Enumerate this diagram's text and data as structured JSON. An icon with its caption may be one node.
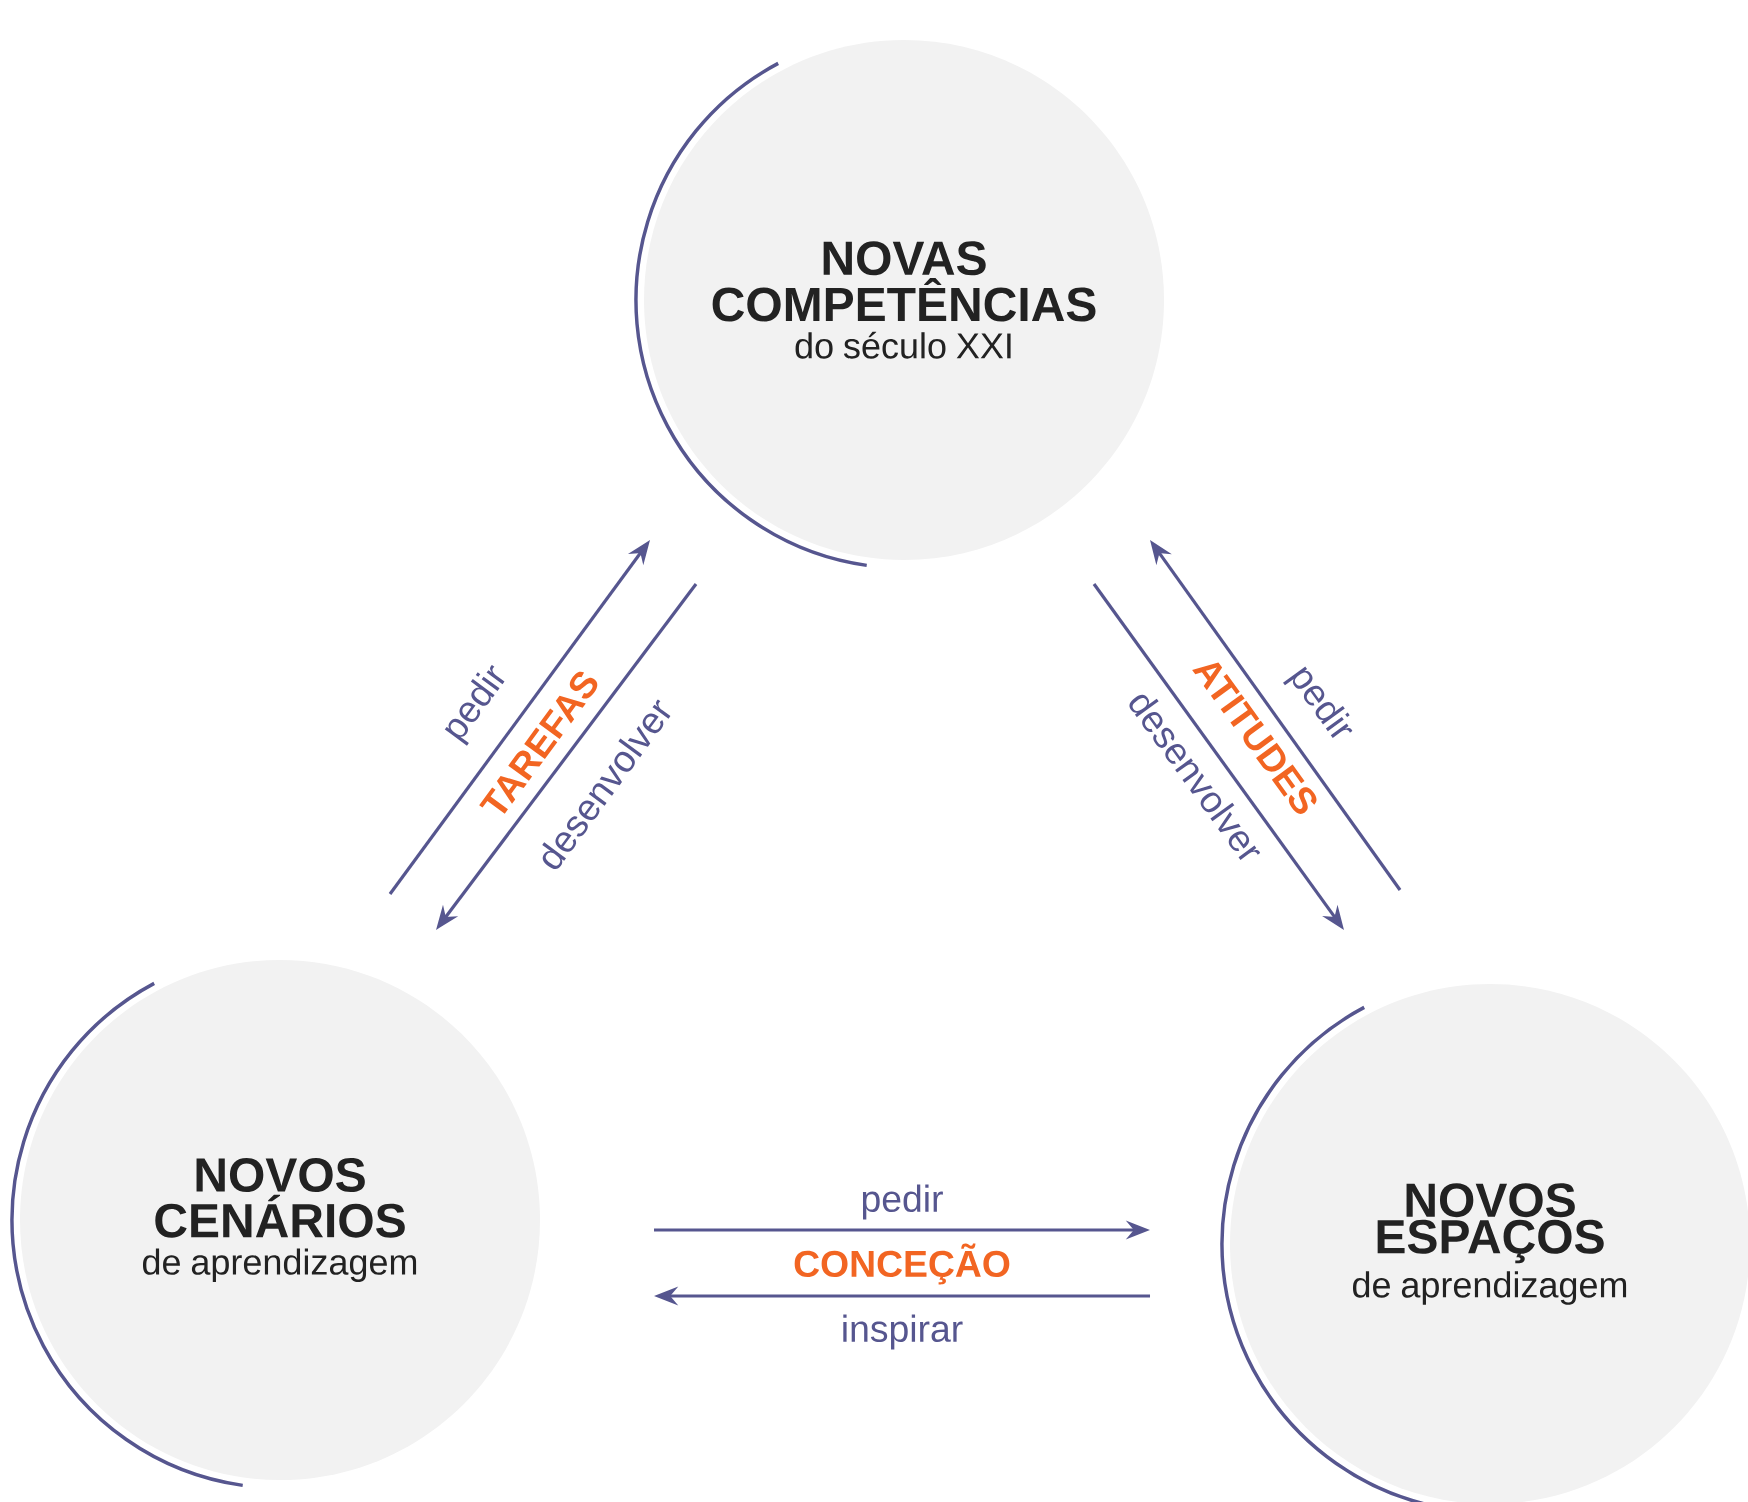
{
  "diagram": {
    "nodes": [
      {
        "text": [
          "NOVAS COMPETÊNCIAS",
          "do século XXI"
        ]
      },
      {
        "text": [
          "NOVOS CENÁRIOS",
          "de aprendizagem"
        ]
      },
      {
        "text": [
          "NOVOS ESPAÇOS",
          "de aprendizagem"
        ]
      }
    ],
    "edges": [
      {
        "from": 1,
        "to": 0,
        "arrow": "to",
        "label": "pedir"
      },
      {
        "from": 0,
        "to": 1,
        "arrow": "to",
        "label": "desenvolver"
      },
      {
        "from": 2,
        "to": 0,
        "arrow": "to",
        "label": "pedir"
      },
      {
        "from": 0,
        "to": 2,
        "arrow": "to",
        "label": "desenvolver"
      },
      {
        "from": 1,
        "to": 2,
        "arrow": "to",
        "label": "pedir"
      },
      {
        "from": 2,
        "to": 1,
        "arrow": "to",
        "label": "inspirar"
      }
    ],
    "labels": [
      "TAREFAS",
      "ATITUDES",
      "CONCEÇÃO"
    ]
  }
}
